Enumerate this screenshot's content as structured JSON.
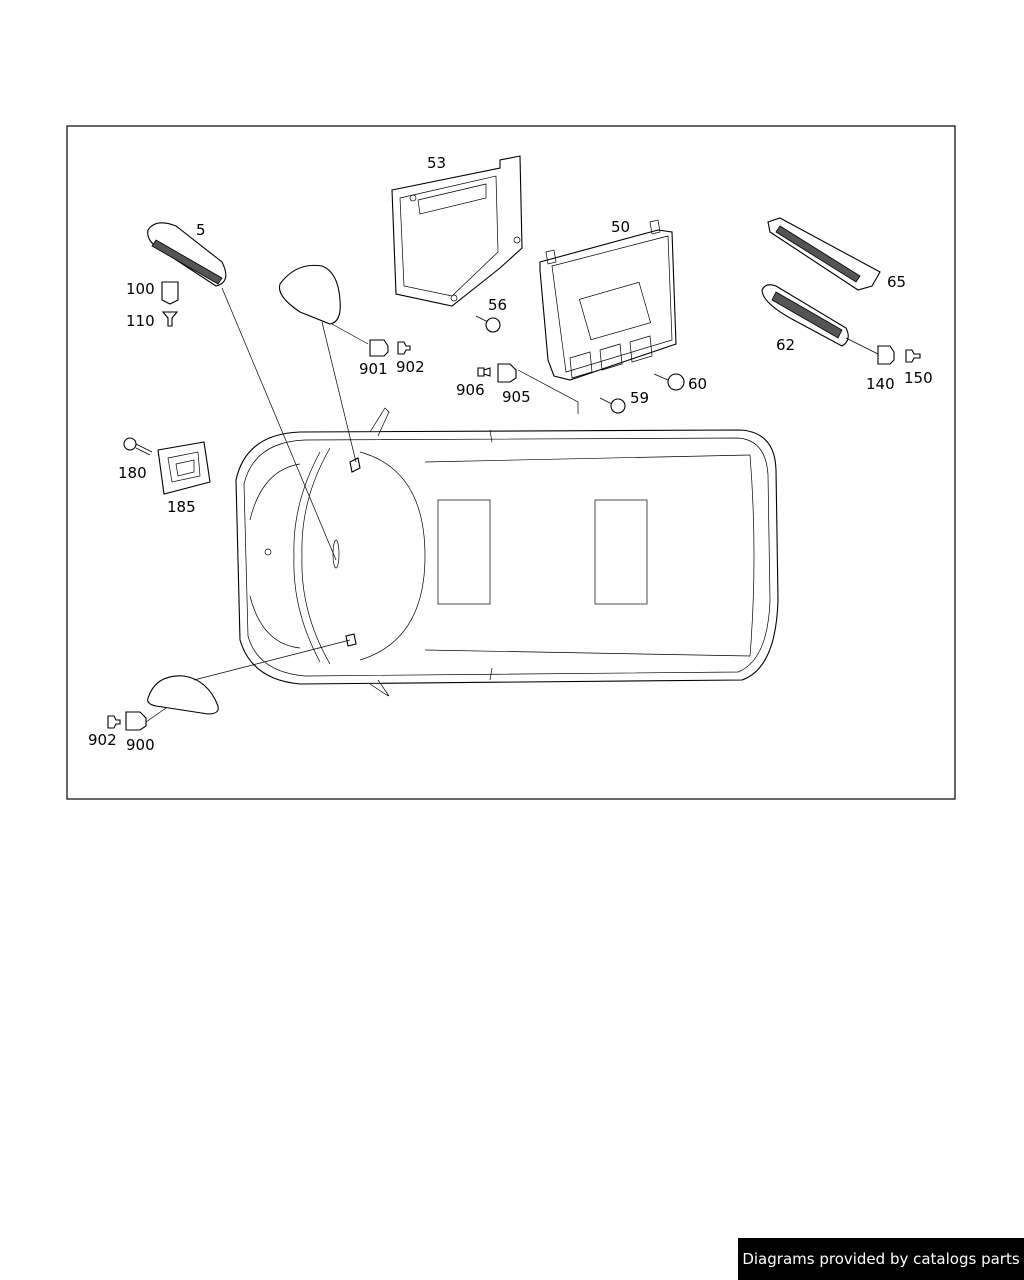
{
  "labels": {
    "p5": "5",
    "p53": "53",
    "p50": "50",
    "p65": "65",
    "p62": "62",
    "p56": "56",
    "p100": "100",
    "p110": "110",
    "p901": "901",
    "p902a": "902",
    "p906": "906",
    "p905": "905",
    "p60": "60",
    "p59": "59",
    "p140": "140",
    "p150": "150",
    "p180": "180",
    "p185": "185",
    "p902b": "902",
    "p900": "900"
  },
  "footer": {
    "text": "Diagrams provided by catalogs parts"
  }
}
